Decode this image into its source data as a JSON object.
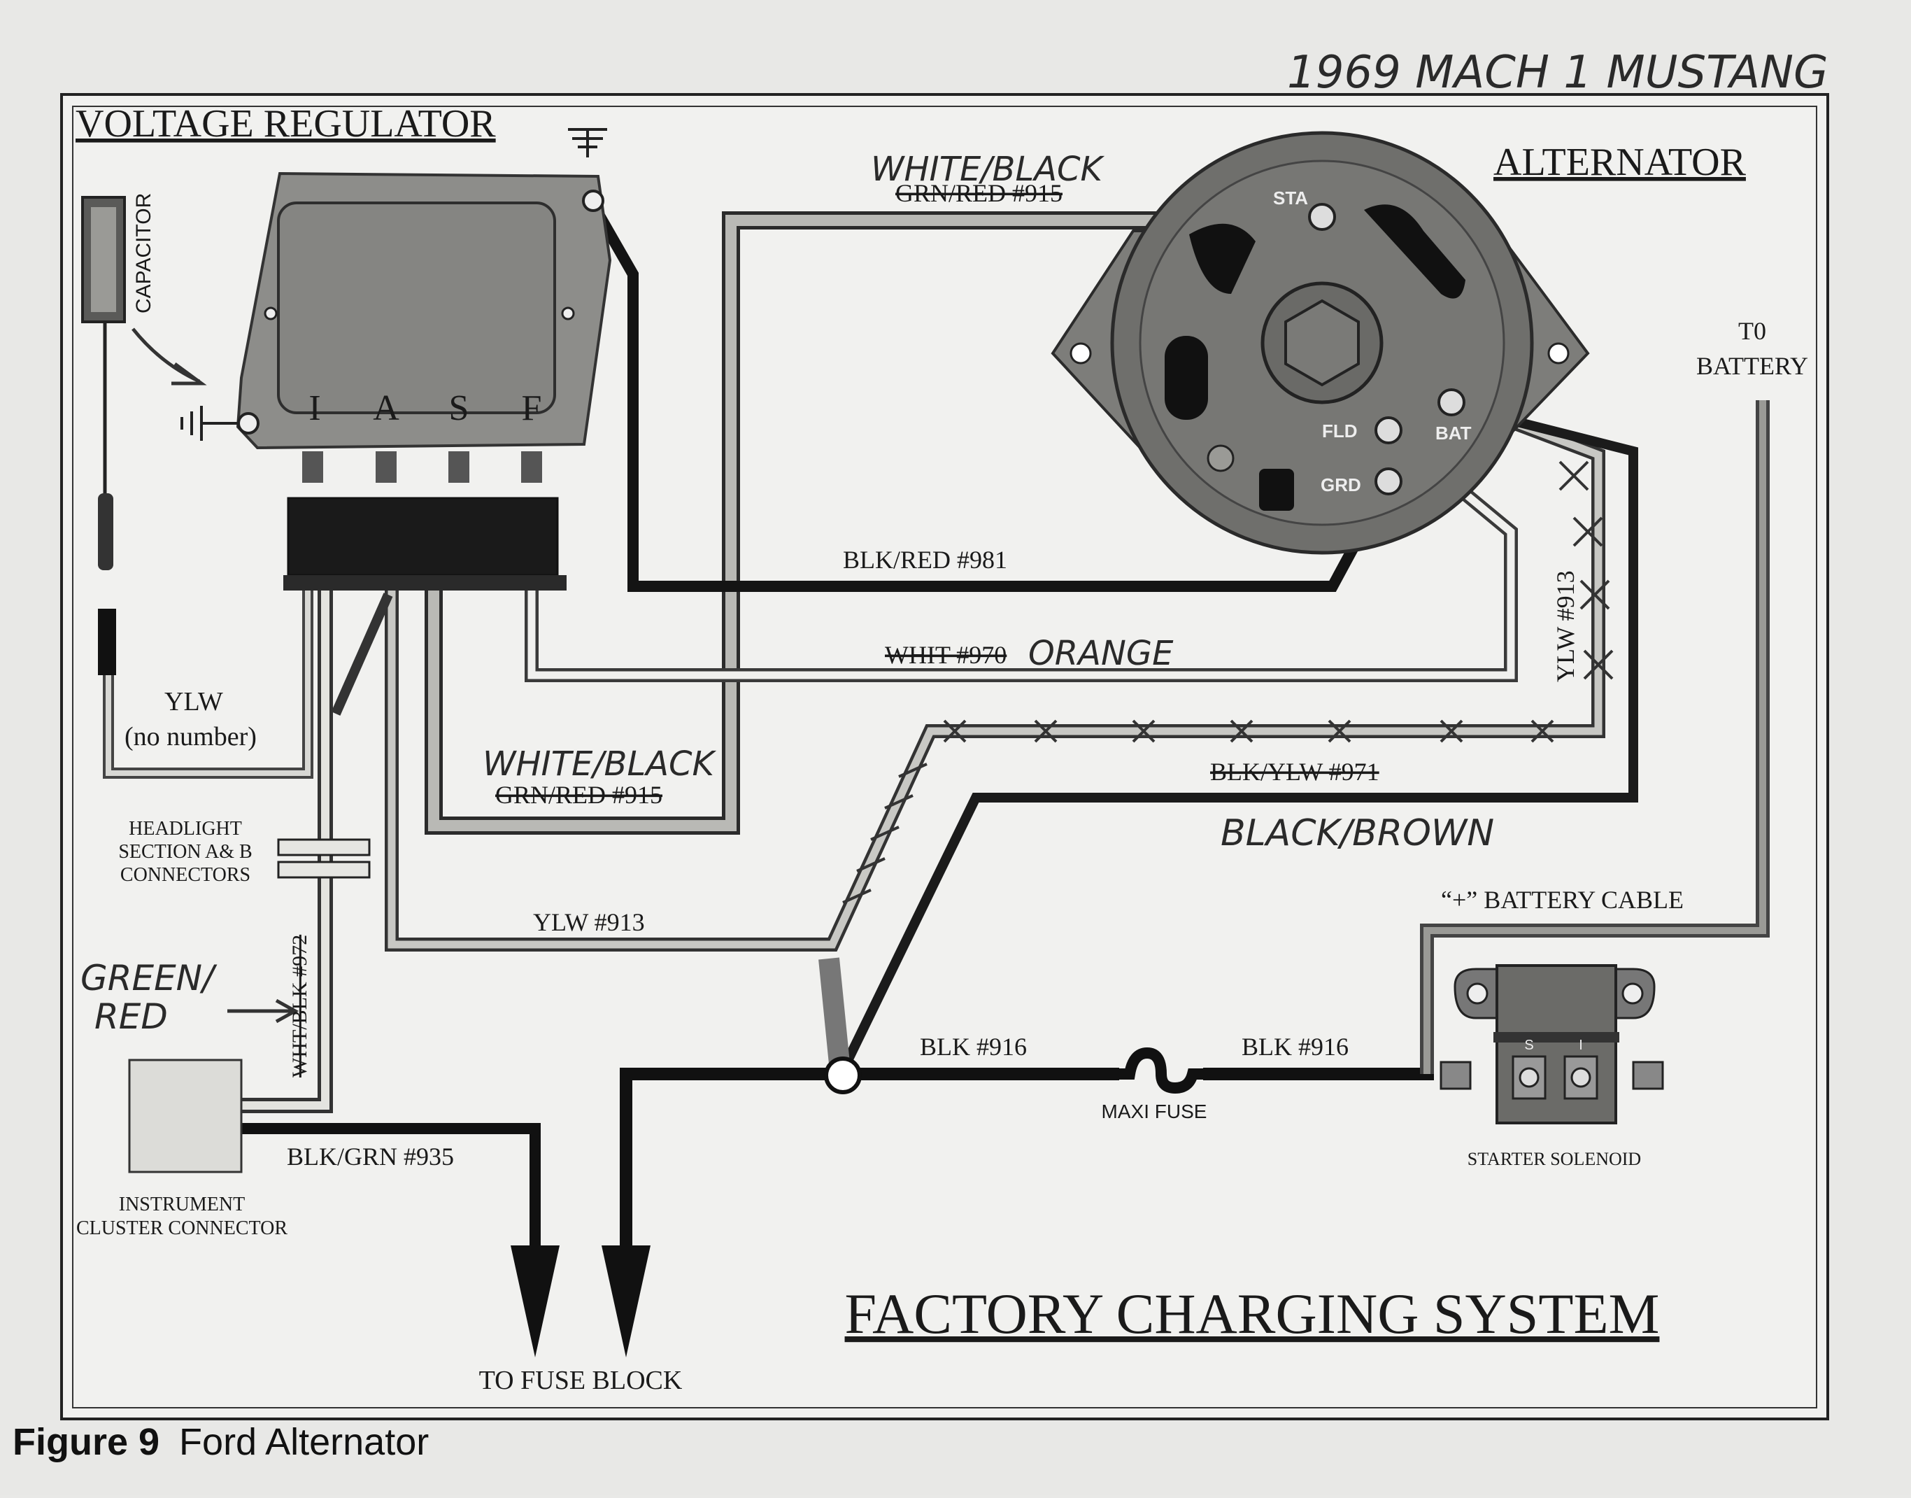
{
  "diagram": {
    "title": "FACTORY CHARGING SYSTEM",
    "handwritten_note": "1969 MACH 1 MUSTANG",
    "caption": {
      "figure_number": "Figure 9",
      "figure_title": "Ford Alternator"
    },
    "components": {
      "voltage_regulator": "VOLTAGE REGULATOR",
      "regulator_terminals": [
        "I",
        "A",
        "S",
        "F"
      ],
      "capacitor": "CAPACITOR",
      "alternator": "ALTERNATOR",
      "alternator_terminals": {
        "sta": "STA",
        "fld": "FLD",
        "grd": "GRD",
        "bat": "BAT"
      },
      "to_battery": [
        "T0",
        "BATTERY"
      ],
      "battery_cable": "“+” BATTERY CABLE",
      "starter_solenoid": "STARTER SOLENOID",
      "solenoid_terminals": [
        "S",
        "I"
      ],
      "maxi_fuse": "MAXI FUSE",
      "headlight_connectors": [
        "HEADLIGHT",
        "SECTION A& B",
        "CONNECTORS"
      ],
      "instrument_cluster": [
        "INSTRUMENT",
        "CLUSTER CONNECTOR"
      ],
      "to_fuse_block": "TO FUSE BLOCK"
    },
    "wires": {
      "grn_red_915_top": "GRN/RED #915",
      "white_black_top_note": "WHITE/BLACK",
      "blk_red_981": "BLK/RED #981",
      "wht_970": "WHIT #970",
      "orange_note": "ORANGE",
      "ylw_913_vertical": "YLW #913",
      "blk_ylw_971": "BLK/YLW #971",
      "black_brown_note": "BLACK/BROWN",
      "ylw_no_number": [
        "YLW",
        "(no number)"
      ],
      "white_black_left_note": "WHITE/BLACK",
      "grn_red_915_left": "GRN/RED #915",
      "ylw_913_bottom": "YLW #913",
      "wht_blk_972": "WHT/BLK #972",
      "green_red_note": [
        "GREEN/",
        "RED"
      ],
      "blk_916_left": "BLK #916",
      "blk_916_right": "BLK #916",
      "blk_grn_935": "BLK/GRN #935"
    }
  }
}
